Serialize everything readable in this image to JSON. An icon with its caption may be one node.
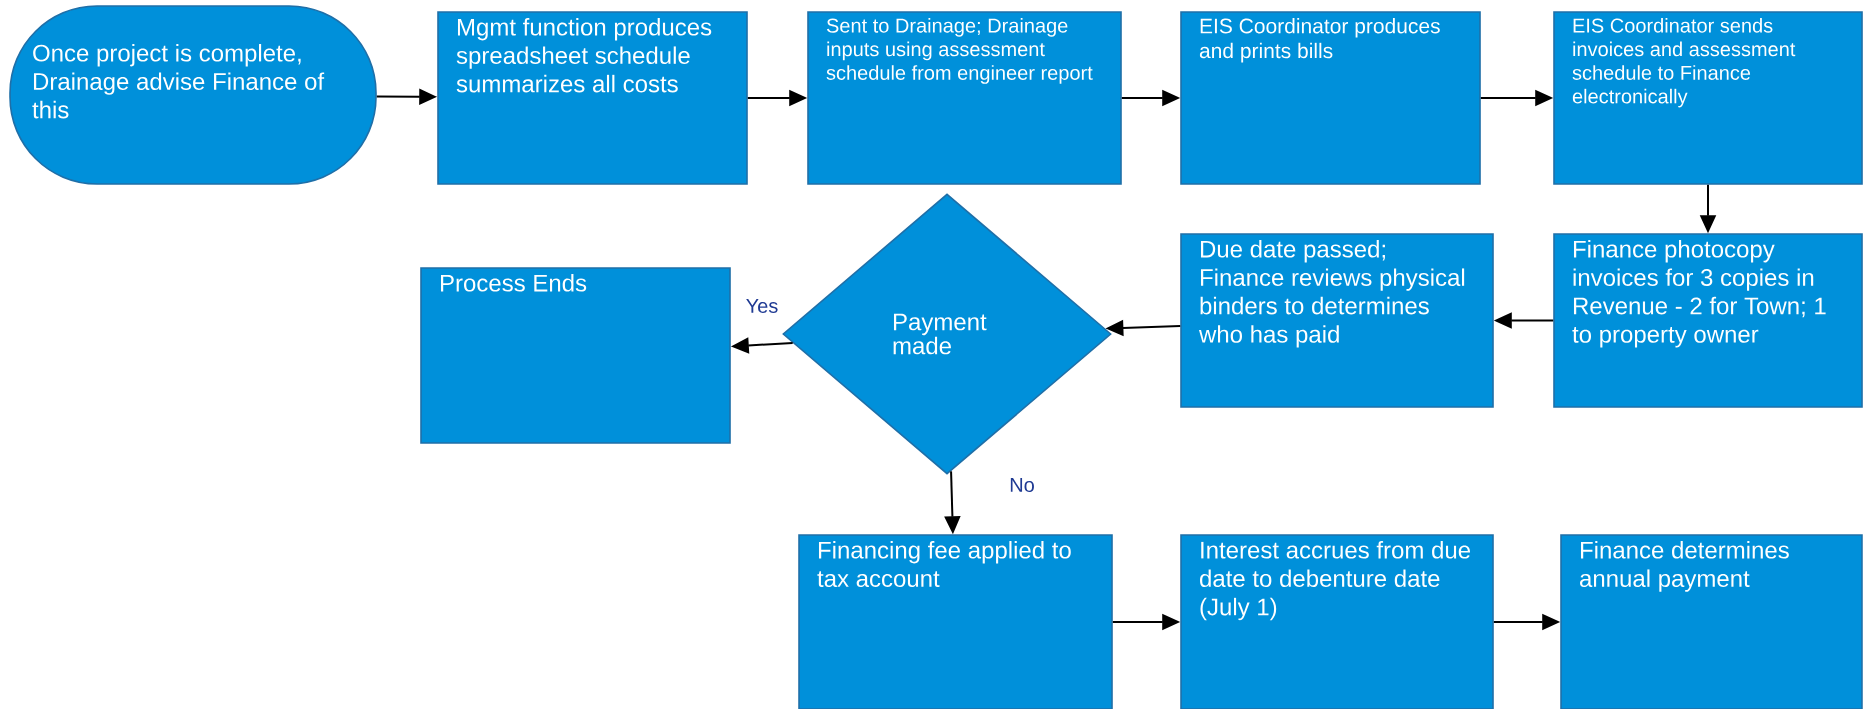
{
  "diagram": {
    "nodes": [
      {
        "text": [
          "Once project is complete, Drainage advise Finance of this"
        ]
      },
      {
        "text": [
          "Mgmt function produces spreadsheet schedule summarizes all costs"
        ]
      },
      {
        "text": [
          "Sent to Drainage; Drainage inputs using assessment schedule from engineer report"
        ]
      },
      {
        "text": [
          "EIS Coordinator produces and prints bills"
        ]
      },
      {
        "text": [
          "EIS Coordinator sends invoices and assessment schedule to Finance electronically"
        ]
      },
      {
        "text": [
          "Finance photocopy invoices for 3 copies in Revenue - 2 for Town; 1 to property owner"
        ]
      },
      {
        "text": [
          "Due date passed; Finance reviews physical binders to determines who has paid"
        ]
      },
      {
        "text": [
          "Payment made"
        ]
      },
      {
        "text": [
          "Process Ends"
        ]
      },
      {
        "text": [
          "Financing fee applied to tax account"
        ]
      },
      {
        "text": [
          "Interest accrues from due date to debenture date (July 1)"
        ]
      },
      {
        "text": [
          "Finance determines annual payment"
        ]
      }
    ],
    "edges": [
      {
        "from": 0,
        "to": 1,
        "arrow": "to"
      },
      {
        "from": 1,
        "to": 2,
        "arrow": "to"
      },
      {
        "from": 2,
        "to": 3,
        "arrow": "to"
      },
      {
        "from": 3,
        "to": 4,
        "arrow": "to"
      },
      {
        "from": 4,
        "to": 5,
        "arrow": "to"
      },
      {
        "from": 5,
        "to": 6,
        "arrow": "to"
      },
      {
        "from": 6,
        "to": 7,
        "arrow": "to"
      },
      {
        "from": 7,
        "to": 8,
        "arrow": "to",
        "label": "Yes"
      },
      {
        "from": 7,
        "to": 9,
        "arrow": "to",
        "label": "No"
      },
      {
        "from": 9,
        "to": 10,
        "arrow": "to"
      },
      {
        "from": 10,
        "to": 11,
        "arrow": "to"
      }
    ]
  }
}
